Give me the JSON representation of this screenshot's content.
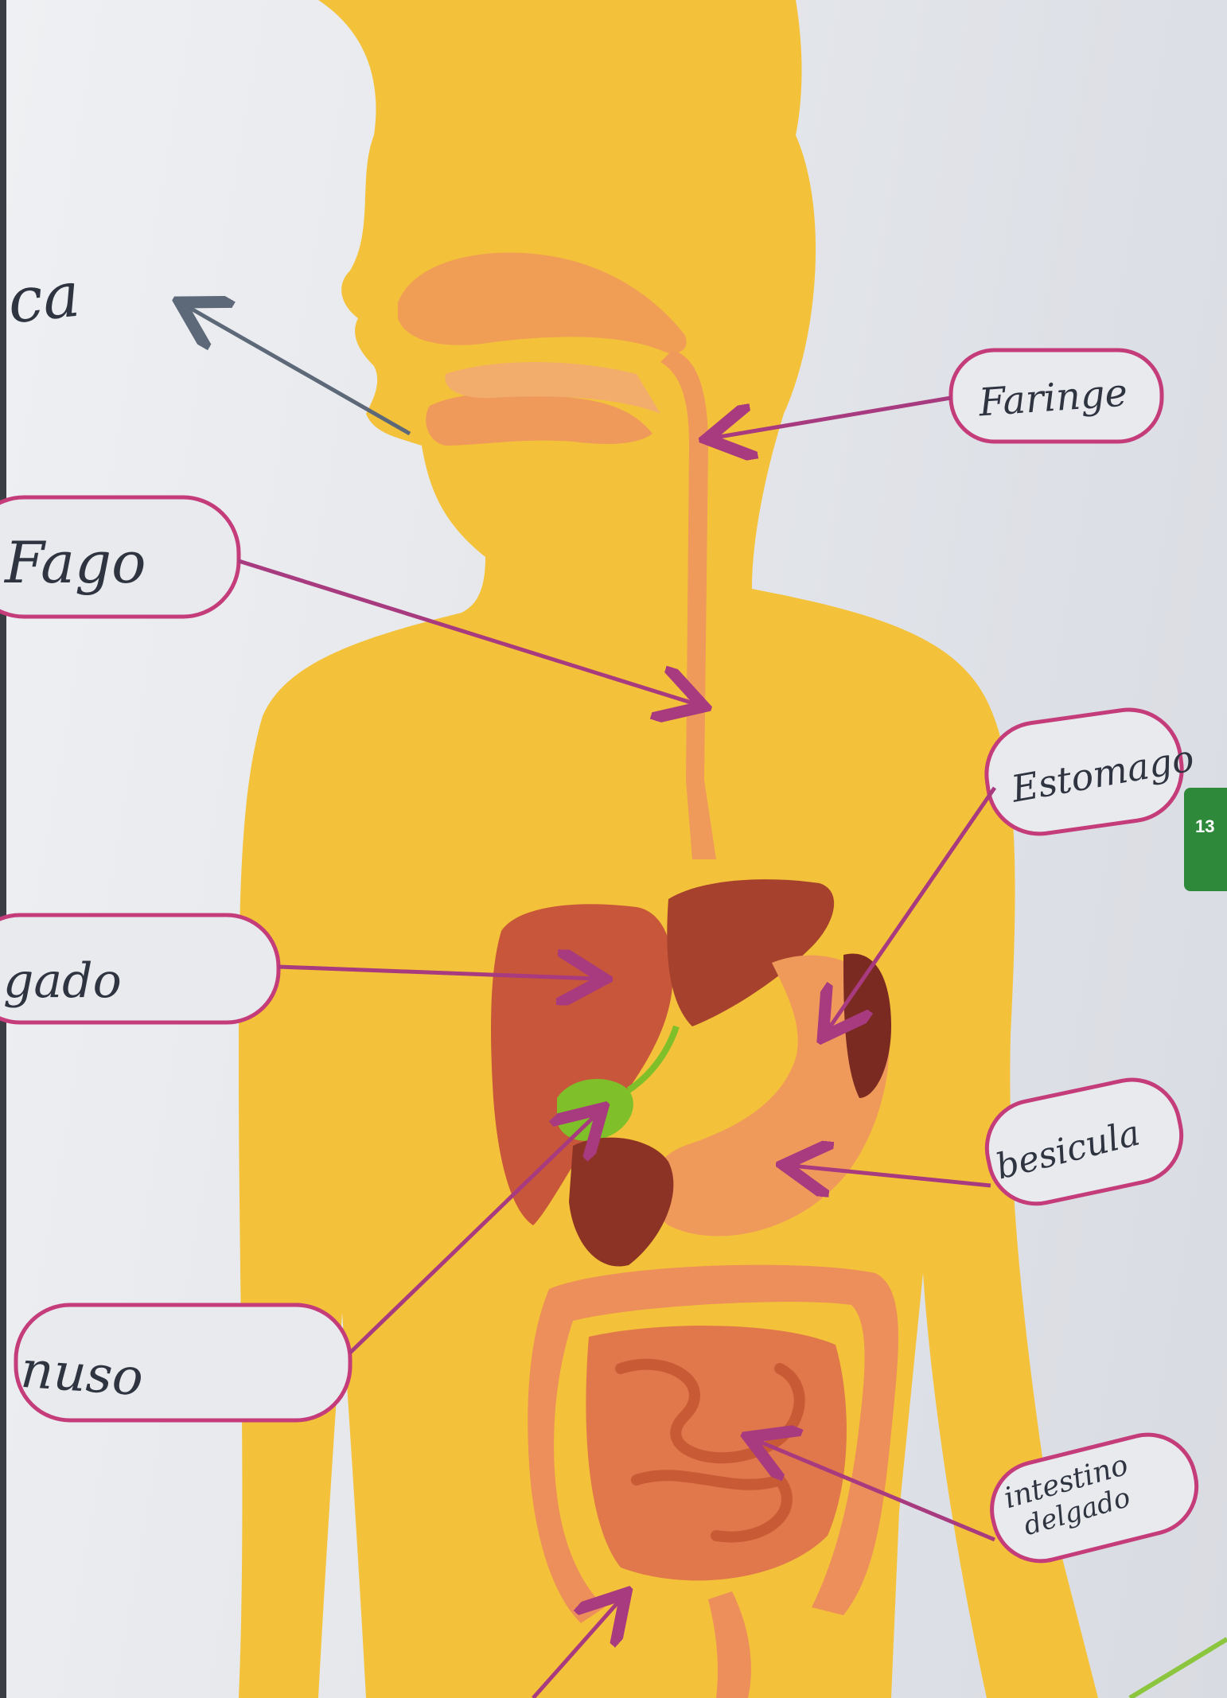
{
  "labels": {
    "faringe": "Faringe",
    "esofago": "Fago",
    "boca": "ca",
    "estomago": "Estomago",
    "higado": "gado",
    "vesicula": "besicula",
    "pancreas": "nuso",
    "intestino_delgado_1": "intestino",
    "intestino_delgado_2": "delgado"
  },
  "page_badge": "13",
  "colors": {
    "body": "#f4c23a",
    "organ": "#ef9a5a",
    "liver": "#b54a33",
    "gallbladder": "#7fbf2a",
    "label_border": "#c43c7a",
    "arrow": "#a83a7f"
  }
}
